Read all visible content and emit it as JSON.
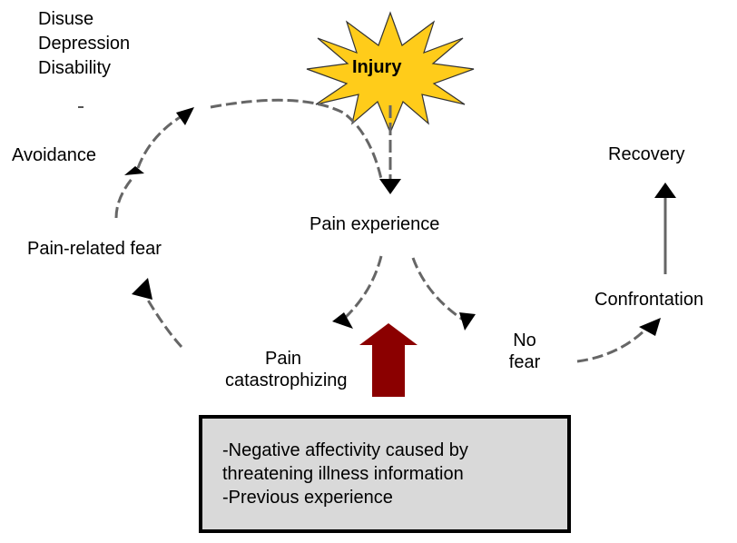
{
  "colors": {
    "burst_fill": "#ffcc1a",
    "arrow_gray": "#666666",
    "arrowhead": "#000000",
    "big_arrow": "#8b0000",
    "box_fill": "#d9d9d9"
  },
  "consequences": [
    "Disuse",
    "Depression",
    "Disability"
  ],
  "injury": "Injury",
  "nodes": {
    "avoidance": "Avoidance",
    "pain_experience": "Pain experience",
    "pain_related_fear": "Pain-related fear",
    "pain_catastrophizing": [
      "Pain",
      "catastrophizing"
    ],
    "no_fear": [
      "No",
      "fear"
    ],
    "confrontation": "Confrontation",
    "recovery": "Recovery"
  },
  "factors_box": {
    "lines": [
      "-Negative affectivity caused by",
      "threatening illness information",
      "-Previous experience"
    ]
  }
}
